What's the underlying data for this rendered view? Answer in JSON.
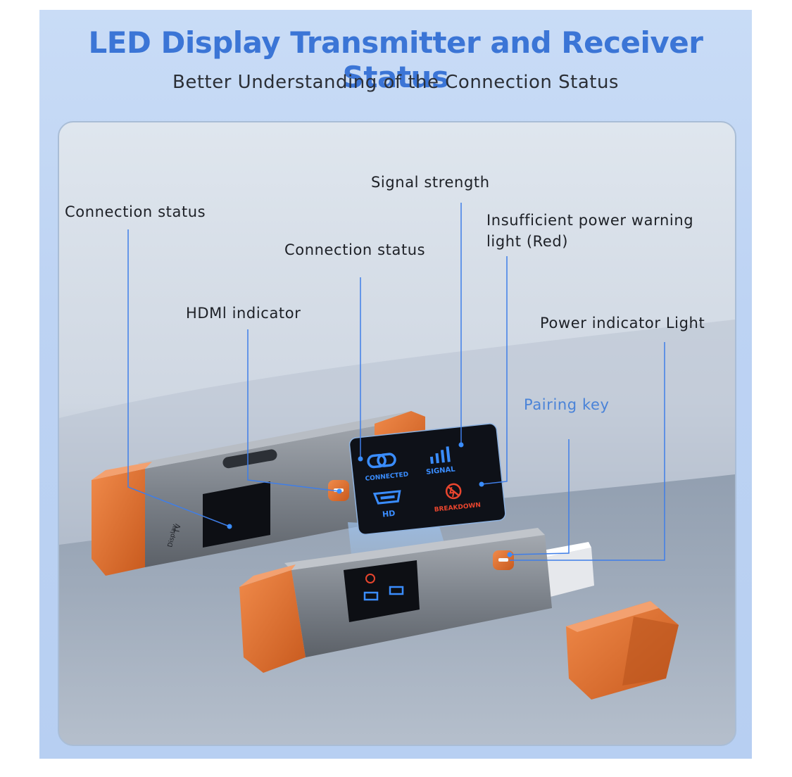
{
  "header": {
    "title": "LED Display Transmitter and Receiver Status",
    "subtitle": "Better Understanding of the Connection Status"
  },
  "callouts": {
    "connection_status_left": "Connection status",
    "hdmi_indicator": "HDMl indicator",
    "connection_status_center": "Connection status",
    "signal_strength": "Signal strength",
    "insufficient_power": "Insufficient power warning light (Red)",
    "power_indicator": "Power indicator Light",
    "pairing_key": "Pairing key"
  },
  "panel": {
    "connected": "CONNECTED",
    "signal": "SIGNAL",
    "hd": "HD",
    "breakdown": "BREAKDOWN",
    "tv": "TV",
    "display": "Display"
  },
  "colors": {
    "title_blue": "#3b75d6",
    "accent_orange": "#e2712f",
    "led_blue": "#3a8dff",
    "led_red": "#e8452e",
    "leader_line": "#3f7ee8"
  },
  "icons": [
    "link-icon",
    "signal-bars-icon",
    "hdmi-port-icon",
    "no-power-icon"
  ]
}
